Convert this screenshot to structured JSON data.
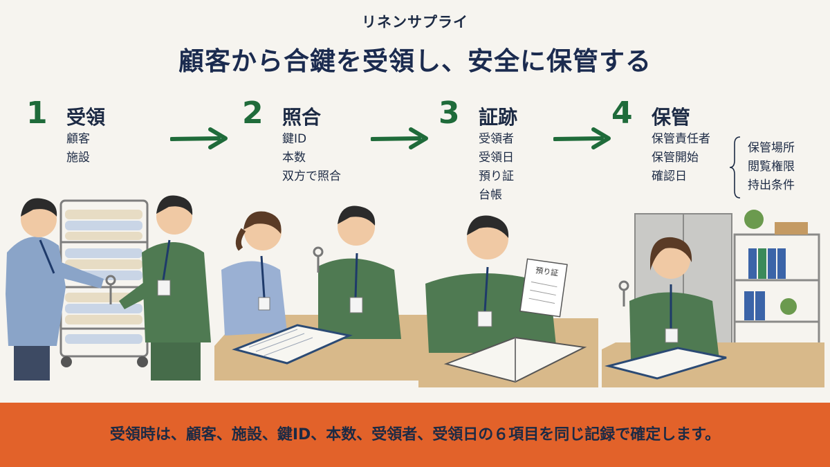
{
  "brand": "リネンサプライ",
  "title": "顧客から合鍵を受領し、安全に保管する",
  "steps": [
    {
      "number": "1",
      "heading": "受領",
      "items": [
        "顧客",
        "施設"
      ]
    },
    {
      "number": "2",
      "heading": "照合",
      "items": [
        "鍵ID",
        "本数",
        "双方で照合"
      ]
    },
    {
      "number": "3",
      "heading": "証跡",
      "items": [
        "受領者",
        "受領日",
        "預り証",
        "台帳"
      ]
    },
    {
      "number": "4",
      "heading": "保管",
      "items": [
        "保管責任者",
        "保管開始",
        "確認日"
      ],
      "sub_items": [
        "保管場所",
        "閲覧権限",
        "持出条件"
      ]
    }
  ],
  "document_label": "預り証",
  "footer": "受領時は、顧客、施設、鍵ID、本数、受領者、受領日の６項目を同じ記録で確定します。",
  "colors": {
    "background": "#f6f4ef",
    "accent_green": "#1f6b3a",
    "footer_band": "#e2622a",
    "text_navy": "#1c2a44"
  },
  "icons": [
    "arrow-right-icon",
    "brace-icon"
  ]
}
